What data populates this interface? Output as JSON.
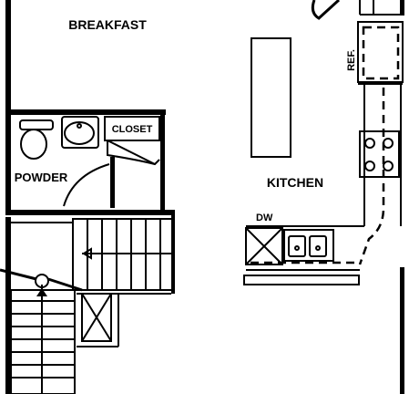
{
  "rooms": {
    "breakfast": "BREAKFAST",
    "kitchen": "KITCHEN",
    "powder": "POWDER",
    "closet": "CLOSET"
  },
  "fixtures": {
    "ref": "REF.",
    "dw": "DW"
  }
}
